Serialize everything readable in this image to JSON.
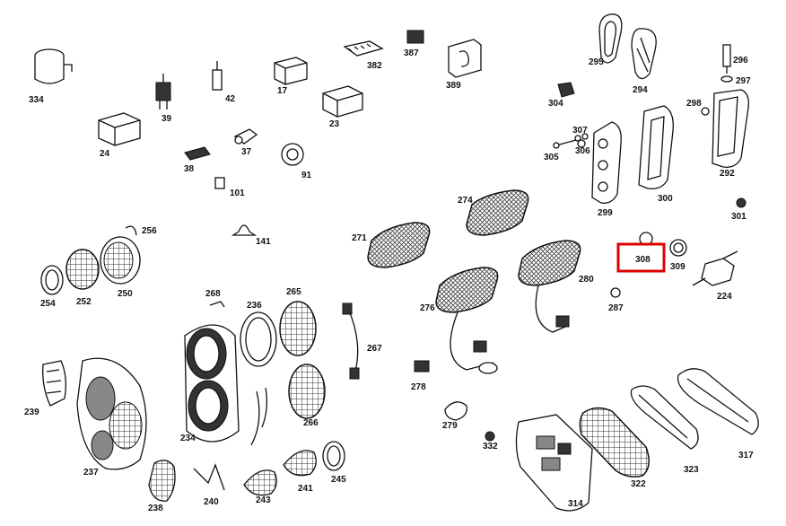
{
  "labels": {
    "p334": "334",
    "p39": "39",
    "p42": "42",
    "p17": "17",
    "p382": "382",
    "p387": "387",
    "p389": "389",
    "p24": "24",
    "p23": "23",
    "p37": "37",
    "p38": "38",
    "p91": "91",
    "p101": "101",
    "p141": "141",
    "p295": "295",
    "p294": "294",
    "p296": "296",
    "p297": "297",
    "p304": "304",
    "p298": "298",
    "p307": "307",
    "p305": "305",
    "p306": "306",
    "p292": "292",
    "p300": "300",
    "p299": "299",
    "p301": "301",
    "p274": "274",
    "p271": "271",
    "p256": "256",
    "p308": "308",
    "p309": "309",
    "p224": "224",
    "p280": "280",
    "p287": "287",
    "p254": "254",
    "p252": "252",
    "p250": "250",
    "p268": "268",
    "p236": "236",
    "p265": "265",
    "p276": "276",
    "p267": "267",
    "p239": "239",
    "p278": "278",
    "p266": "266",
    "p279": "279",
    "p234": "234",
    "p332": "332",
    "p237": "237",
    "p317": "317",
    "p323": "323",
    "p322": "322",
    "p314": "314",
    "p238": "238",
    "p240": "240",
    "p243": "243",
    "p241": "241",
    "p245": "245"
  },
  "highlight": {
    "part": "308",
    "color": "#e00000"
  }
}
